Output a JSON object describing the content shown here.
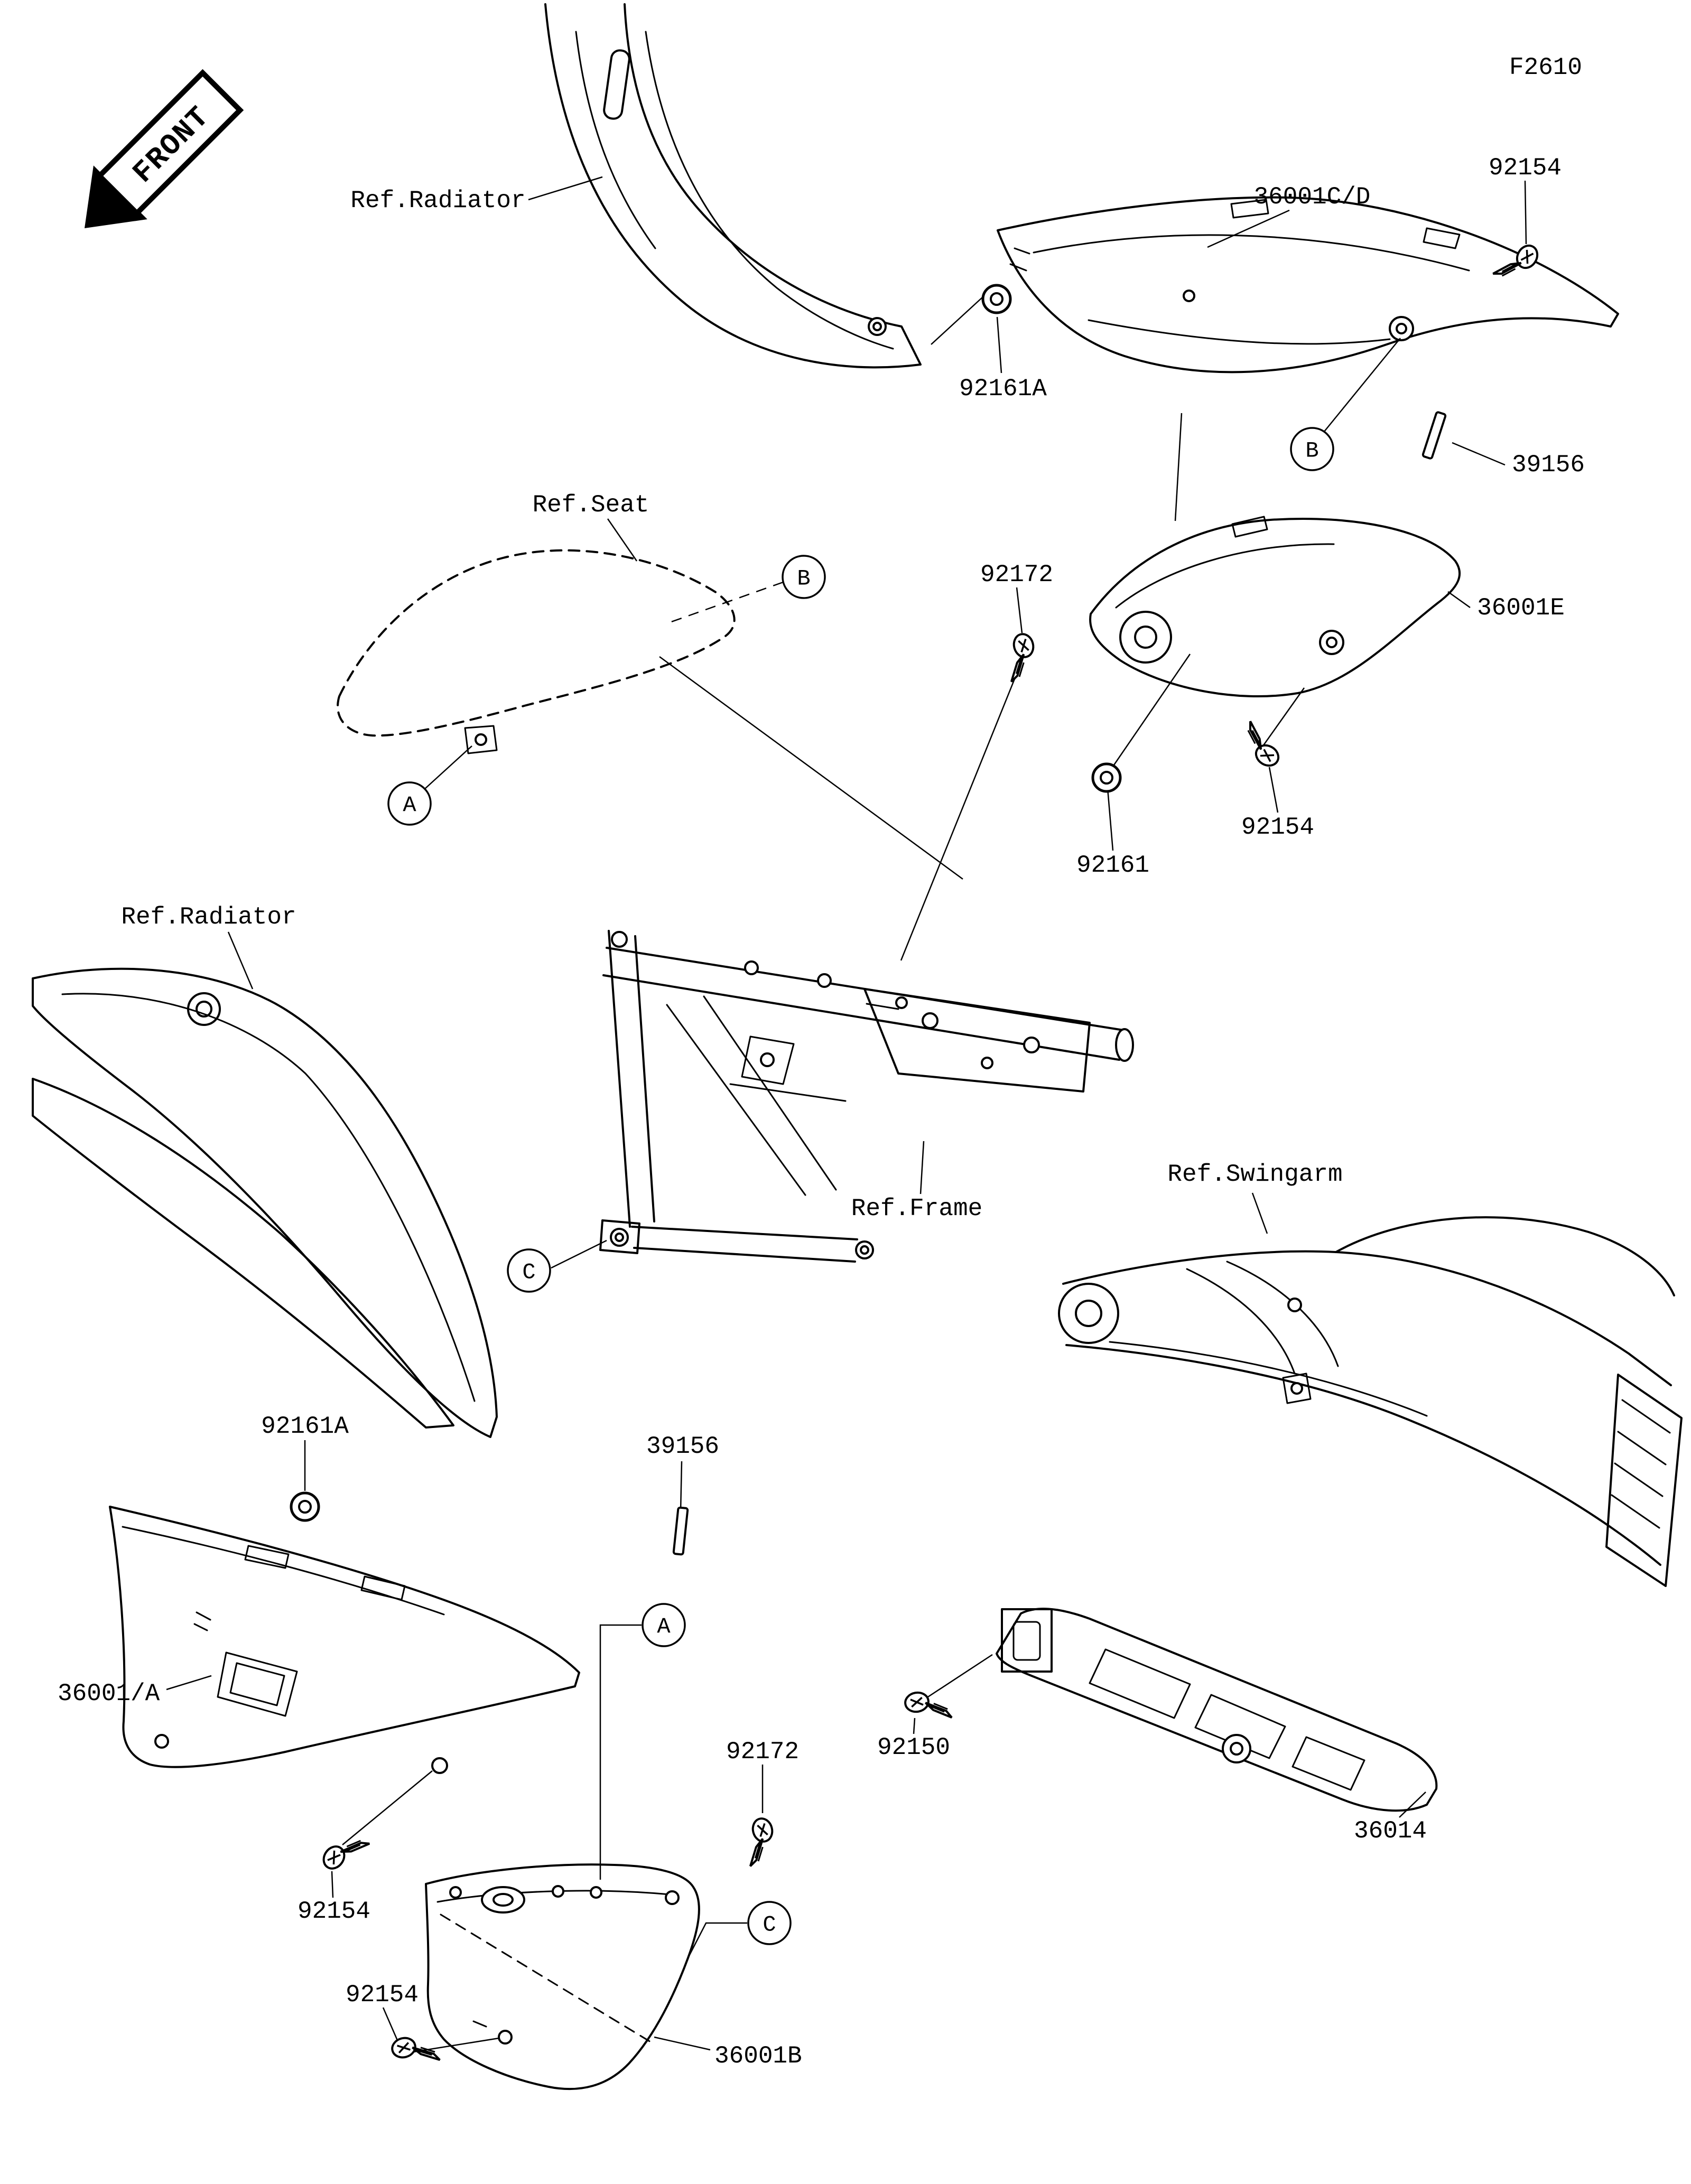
{
  "page": {
    "code": "F2610",
    "front_label": "FRONT",
    "colors": {
      "ink": "#000000",
      "background": "#ffffff"
    }
  },
  "part_labels": [
    {
      "part": "ref-radiator-top",
      "text": "Ref.Radiator"
    },
    {
      "part": "side-cover-36001cd",
      "text": "36001C/D"
    },
    {
      "part": "screw-92154-top",
      "text": "92154"
    },
    {
      "part": "damper-92161a-top",
      "text": "92161A"
    },
    {
      "part": "pad-39156-top",
      "text": "39156"
    },
    {
      "part": "ref-seat",
      "text": "Ref.Seat"
    },
    {
      "part": "screw-92172-upper",
      "text": "92172"
    },
    {
      "part": "side-cover-36001e",
      "text": "36001E"
    },
    {
      "part": "screw-92154-mid",
      "text": "92154"
    },
    {
      "part": "damper-92161",
      "text": "92161"
    },
    {
      "part": "ref-radiator-left",
      "text": "Ref.Radiator"
    },
    {
      "part": "ref-frame",
      "text": "Ref.Frame"
    },
    {
      "part": "ref-swingarm",
      "text": "Ref.Swingarm"
    },
    {
      "part": "damper-92161a-lower",
      "text": "92161A"
    },
    {
      "part": "pad-39156-lower",
      "text": "39156"
    },
    {
      "part": "side-cover-36001a",
      "text": "36001/A"
    },
    {
      "part": "screw-92172-lower",
      "text": "92172"
    },
    {
      "part": "screw-92150",
      "text": "92150"
    },
    {
      "part": "chain-cover-36014",
      "text": "36014"
    },
    {
      "part": "screw-92154-bottom-left",
      "text": "92154"
    },
    {
      "part": "screw-92154-bottom",
      "text": "92154"
    },
    {
      "part": "side-cover-36001b",
      "text": "36001B"
    }
  ],
  "callouts": [
    {
      "letter": "B"
    },
    {
      "letter": "B"
    },
    {
      "letter": "A"
    },
    {
      "letter": "A"
    },
    {
      "letter": "C"
    },
    {
      "letter": "C"
    }
  ]
}
